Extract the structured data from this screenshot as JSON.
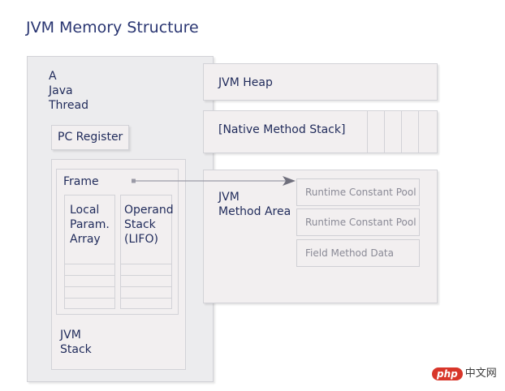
{
  "title": "JVM Memory Structure",
  "thread": {
    "label": "A\nJava\nThread"
  },
  "pc_register": {
    "label": "PC Register"
  },
  "frame": {
    "label": "Frame"
  },
  "local_params": {
    "label": "Local\nParam.\nArray"
  },
  "operand_stack": {
    "label": "Operand\nStack\n(LIFO)"
  },
  "jvm_stack": {
    "label": "JVM\nStack"
  },
  "heap": {
    "label": "JVM Heap"
  },
  "native_stack": {
    "label": "[Native Method Stack]"
  },
  "method_area": {
    "label": "JVM\nMethod Area",
    "items": [
      "Runtime Constant Pool",
      "Runtime Constant Pool",
      "Field Method Data"
    ]
  },
  "watermark": {
    "brand": "php",
    "site": "中文网"
  },
  "colors": {
    "text": "#1f2a5a",
    "box_fill": "#f2eff0",
    "box_border": "#d2d2d7",
    "muted_text": "#8a8a96",
    "arrow": "#9a9aa6",
    "brand_red": "#d8362a"
  }
}
